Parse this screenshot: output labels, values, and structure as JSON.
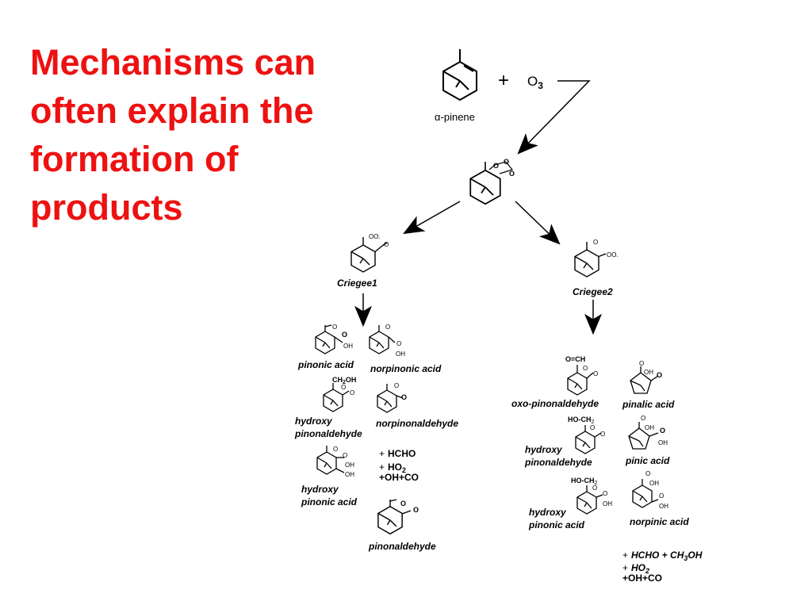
{
  "title_lines": [
    "Mechanisms can",
    "often explain the",
    "formation of",
    "products"
  ],
  "reactants": {
    "plus": "+",
    "o3": "O",
    "o3_sub": "3",
    "alpha": "α",
    "pinene_suffix": "-pinene"
  },
  "ozonide": {
    "o1": "O",
    "o2": "O",
    "o3": "O"
  },
  "criegee1": {
    "label": "Criegee1",
    "oo": "OO.",
    "o": "O"
  },
  "criegee2": {
    "label": "Criegee2",
    "oo": "OO.",
    "o": "O"
  },
  "left_products": {
    "pinonic_acid": "pinonic acid",
    "norpinonic_acid": "norpinonic acid",
    "hydroxy_pinonaldehyde": [
      "hydroxy",
      "pinonaldehyde"
    ],
    "norpinonaldehyde": "norpinonaldehyde",
    "hydroxy_pinonic_acid": [
      "hydroxy",
      "pinonic acid"
    ],
    "pinonaldehyde": "pinonaldehyde",
    "ch2oh": "CH",
    "ch2oh_sub": "2",
    "ch2oh_tail": "OH",
    "o": "O",
    "oh": "OH",
    "byproducts": {
      "hcho_plus": "+",
      "hcho": "HCHO",
      "ho2_plus": "+",
      "ho2": "HO",
      "ho2_sub": "2",
      "ohco": "+OH+CO"
    }
  },
  "right_products": {
    "oxo_pinonaldehyde": "oxo-pinonaldehyde",
    "pinalic_acid": "pinalic acid",
    "hydroxy_pinonaldehyde": [
      "hydroxy",
      "pinonaldehyde"
    ],
    "pinic_acid": "pinic acid",
    "hydroxy_pinonic_acid": [
      "hydroxy",
      "pinonic acid"
    ],
    "norpinic_acid": "norpinic acid",
    "o_ch": "O=CH",
    "ho_ch2": "HO-CH",
    "ho_ch2_sub": "2",
    "o": "O",
    "oh": "OH",
    "byproducts": {
      "line1_plus": "+",
      "line1": "HCHO + CH",
      "line1_sub": "3",
      "line1_tail": "OH",
      "line2_plus": "+",
      "line2": "HO",
      "line2_sub": "2",
      "line3": "+OH+CO"
    }
  }
}
